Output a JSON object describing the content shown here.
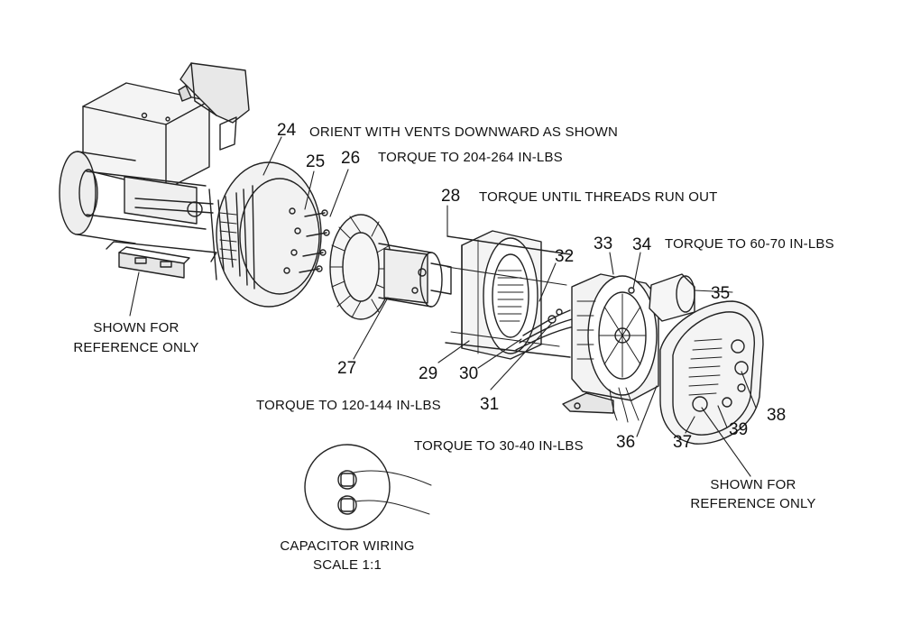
{
  "notes": {
    "orient_vents": "ORIENT WITH VENTS DOWNWARD AS SHOWN",
    "torque_204_264": "TORQUE TO 204-264 IN-LBS",
    "torque_threads": "TORQUE UNTIL THREADS RUN OUT",
    "torque_60_70": "TORQUE TO 60-70 IN-LBS",
    "torque_120_144": "TORQUE TO 120-144 IN-LBS",
    "torque_30_40": "TORQUE TO 30-40 IN-LBS",
    "ref_left_line1": "SHOWN FOR",
    "ref_left_line2": "REFERENCE ONLY",
    "ref_right_line1": "SHOWN FOR",
    "ref_right_line2": "REFERENCE ONLY",
    "capacitor_line1": "CAPACITOR WIRING",
    "capacitor_line2": "SCALE 1:1"
  },
  "parts": {
    "p24": "24",
    "p25": "25",
    "p26": "26",
    "p27": "27",
    "p28": "28",
    "p29": "29",
    "p30": "30",
    "p31": "31",
    "p32": "32",
    "p33": "33",
    "p34": "34",
    "p35": "35",
    "p36": "36",
    "p37": "37",
    "p38": "38",
    "p39": "39"
  }
}
